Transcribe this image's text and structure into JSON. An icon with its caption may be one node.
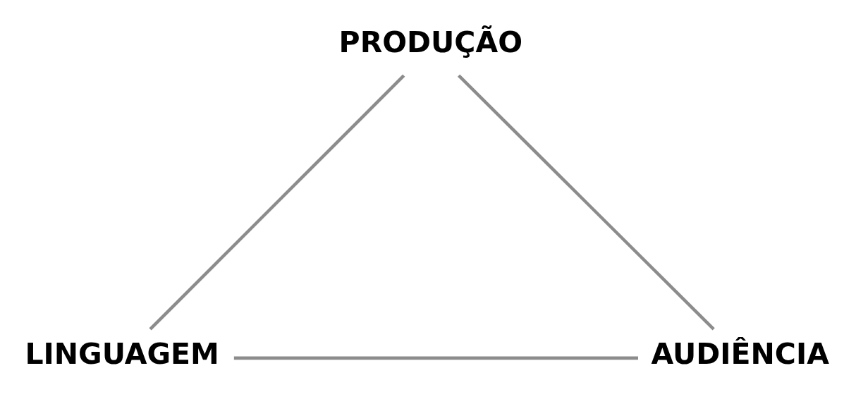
{
  "diagram": {
    "nodes": [
      {
        "text": [
          "PRODUÇÃO"
        ]
      },
      {
        "text": [
          "LINGUAGEM"
        ]
      },
      {
        "text": [
          "AUDIÊNCIA"
        ]
      }
    ],
    "edges": [
      {
        "from": 0,
        "to": 1,
        "arrow": "none"
      },
      {
        "from": 0,
        "to": 2,
        "arrow": "none"
      },
      {
        "from": 1,
        "to": 2,
        "arrow": "none"
      }
    ]
  }
}
